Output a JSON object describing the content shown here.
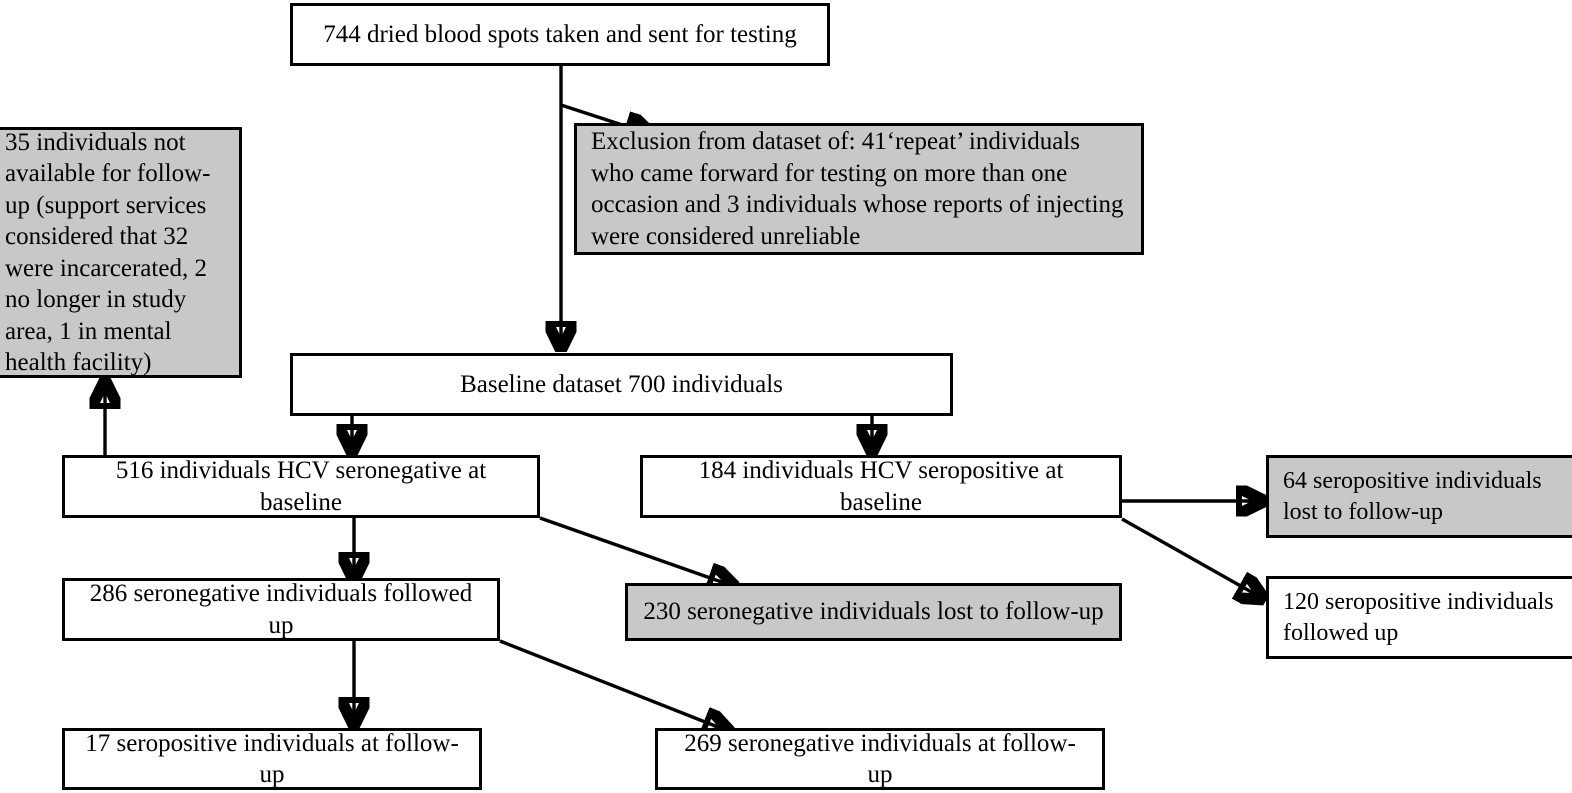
{
  "diagram": {
    "title": "HCV dried blood spot testing cohort flow diagram",
    "colors": {
      "shaded_fill": "#c8c8c8",
      "plain_fill": "#ffffff",
      "stroke": "#000000"
    },
    "nodes": {
      "total_tested": "744 dried blood spots taken and sent for testing",
      "exclusions": "Exclusion from dataset of: 41‘repeat’ individuals who came forward for testing on more than one occasion and 3 individuals whose reports of injecting were considered unreliable",
      "not_available": "35 individuals not available for follow-up (support services considered that 32 were incarcerated, 2 no longer in study area, 1 in mental health facility)",
      "baseline": "Baseline dataset 700 individuals",
      "seronegative_baseline": "516 individuals HCV seronegative at baseline",
      "seropositive_baseline": "184 individuals HCV seropositive at baseline",
      "seropositive_lost": "64 seropositive individuals lost to follow-up",
      "seropositive_followed": "120 seropositive individuals followed up",
      "seronegative_followed": "286 seronegative individuals followed up",
      "seronegative_lost": "230 seronegative individuals lost to follow-up",
      "seropositive_at_followup": "17 seropositive individuals at follow-up",
      "seronegative_at_followup": "269 seronegative individuals at follow-up"
    },
    "counts": {
      "total_tested": 744,
      "excluded_repeat": 41,
      "excluded_unreliable": 3,
      "not_available_for_followup": 35,
      "incarcerated": 32,
      "no_longer_in_study_area": 2,
      "mental_health_facility": 1,
      "baseline_dataset": 700,
      "seronegative_baseline": 516,
      "seropositive_baseline": 184,
      "seropositive_lost": 64,
      "seropositive_followed": 120,
      "seronegative_followed": 286,
      "seronegative_lost": 230,
      "seropositive_at_followup": 17,
      "seronegative_at_followup": 269
    }
  }
}
